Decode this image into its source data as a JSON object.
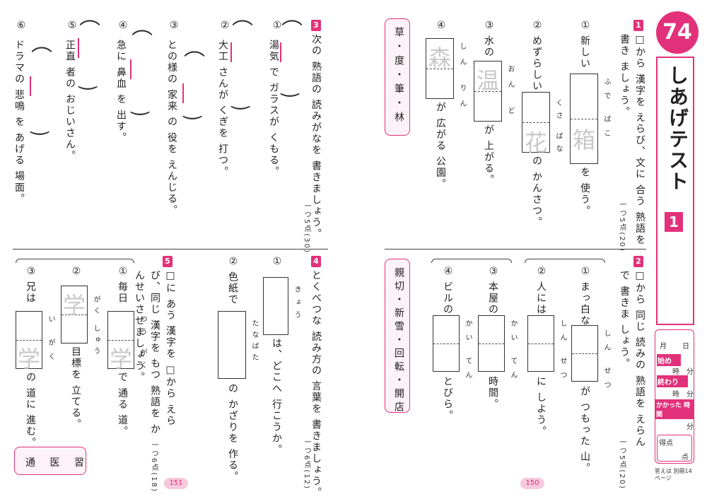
{
  "header": {
    "unit_number": "74",
    "title": "しあげテスト",
    "title_badge": "1"
  },
  "sidebar": {
    "date_month": "月",
    "date_day": "日",
    "start_label": "始め",
    "end_label": "終わり",
    "time_taken_label": "かかった 時間",
    "hour": "時",
    "minute": "分",
    "score_label": "得点",
    "score_unit": "点",
    "answer_note": "答えは 別冊14ページ"
  },
  "q1": {
    "number": "1",
    "instruction": "□から 漢字を えらび、文に 合う 熟語を 書き ましょう。",
    "points": "一つ5点(20)",
    "items": [
      {
        "num": "①",
        "before": "新しい",
        "reading": "ふで ばこ",
        "ghost": "箱",
        "after": "を 使う。"
      },
      {
        "num": "②",
        "before": "めずらしい",
        "reading": "くさ ばな",
        "ghost": "花",
        "after": "の かんさつ。"
      },
      {
        "num": "③",
        "before": "水の",
        "reading": "おん ど",
        "ghost": "温",
        "after": "が 上がる。"
      },
      {
        "num": "④",
        "before": "",
        "reading": "しん りん",
        "ghost": "森",
        "after": "が 広がる 公園。"
      }
    ],
    "choices": "草・度・筆・林"
  },
  "q2": {
    "number": "2",
    "instruction": "□から 同じ 読みの 熟語を えらんで 書きま しょう。",
    "points": "一つ5点(20)",
    "items": [
      {
        "num": "①",
        "before": "まっ白な",
        "reading": "しん せつ",
        "after": "が つもった 山。"
      },
      {
        "num": "②",
        "before": "人には",
        "reading": "しん せつ",
        "after": "に しよう。"
      },
      {
        "num": "③",
        "before": "本屋の",
        "reading": "かい てん",
        "after": "時間。"
      },
      {
        "num": "④",
        "before": "ビルの",
        "reading": "かい てん",
        "after": "とびら。"
      }
    ],
    "choices": "親切・新雪・回転・開店"
  },
  "q3": {
    "number": "3",
    "instruction": "次の 熟語の 読みがなを 書きましょう。",
    "points": "一つ5点(30)",
    "items": [
      {
        "num": "①",
        "text": "湯気 で ガラスが くもる。"
      },
      {
        "num": "②",
        "text": "大工 さんが くぎを 打つ。"
      },
      {
        "num": "③",
        "text": "との様の 家来 の 役を えんじる。"
      },
      {
        "num": "④",
        "text": "急に 鼻血 を 出す。"
      },
      {
        "num": "⑤",
        "text": "正直 者の おじいさん。"
      },
      {
        "num": "⑥",
        "text": "ドラマの 悲鳴 を あげる 場面。"
      }
    ]
  },
  "q4": {
    "number": "4",
    "instruction": "とくべつな 読み方の 言葉を 書きましょう。",
    "points": "一つ6点(12)",
    "items": [
      {
        "num": "①",
        "reading": "きょう",
        "after": "は、どこへ 行こうか。"
      },
      {
        "num": "②",
        "before": "色紙で",
        "reading": "たなばた",
        "after": "の かざりを 作る。"
      }
    ]
  },
  "q5": {
    "number": "5",
    "instruction": "□に あう 漢字を □から えらび、同じ 漢字を もつ 熟語を かんせいさせましょう。",
    "points": "一つ6点(18)",
    "items": [
      {
        "num": "①",
        "before": "毎日",
        "reading_top": "つう がく",
        "reading_bottom": "つう",
        "ghost": "学",
        "after": "で 通る 道。"
      },
      {
        "num": "②",
        "reading_top": "がく しゅう",
        "ghost": "学",
        "after": "目標を 立てる。"
      },
      {
        "num": "③",
        "before": "兄は",
        "reading_top": "い がく",
        "ghost": "学",
        "after": "の 道に 進む。"
      }
    ],
    "choices": "通 医 習"
  },
  "footer": {
    "page_left": "151",
    "page_right": "150"
  },
  "colors": {
    "accent": "#e2317a",
    "accent_light": "#fdf2f7"
  }
}
